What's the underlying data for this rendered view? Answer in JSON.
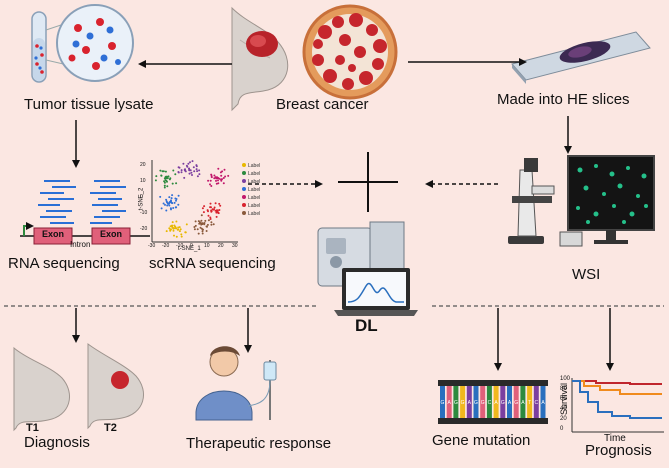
{
  "labels": {
    "tumor_tissue_lysate": "Tumor tissue lysate",
    "breast_cancer": "Breast cancer",
    "made_into_he_slices": "Made into HE slices",
    "rna_sequencing": "RNA sequencing",
    "scrna_sequencing": "scRNA sequencing",
    "wsi": "WSI",
    "dl": "DL",
    "diagnosis": "Diagnosis",
    "t1": "T1",
    "t2": "T2",
    "therapeutic_response": "Therapeutic response",
    "gene_mutation": "Gene mutation",
    "prognosis": "Prognosis"
  },
  "rna": {
    "exon": "Exon",
    "intron": "Intron"
  },
  "tsne": {
    "xlabel": "t-SNE_1",
    "ylabel": "t-SNE_2",
    "x_ticks": [
      "-30",
      "-20",
      "-10",
      "0",
      "10",
      "20",
      "30"
    ],
    "y_ticks": [
      "20",
      "10",
      "0",
      "-10",
      "-20"
    ],
    "legend": [
      "Label",
      "Label",
      "Label",
      "Label",
      "Label",
      "Label",
      "Label"
    ],
    "colors": [
      "#e8b800",
      "#2d8a3e",
      "#7b3fa0",
      "#2f6fd6",
      "#c2186b",
      "#d9232e",
      "#8a5a3c"
    ]
  },
  "gene_mutation": {
    "letters": [
      "G",
      "A",
      "G",
      "G",
      "A",
      "G",
      "G",
      "C",
      "A",
      "G",
      "A",
      "G",
      "A",
      "T",
      "C",
      "A"
    ]
  },
  "survival_chart": {
    "ylabel": "Survival",
    "xlabel": "Time",
    "y_ticks": [
      "100",
      "80",
      "60",
      "40",
      "20",
      "0"
    ],
    "series_colors": [
      "#c0262d",
      "#f08b1d",
      "#2a6fbe"
    ]
  },
  "colors": {
    "background": "#fbe7e2",
    "tumor": "#c6262d",
    "arrow": "#111111"
  }
}
